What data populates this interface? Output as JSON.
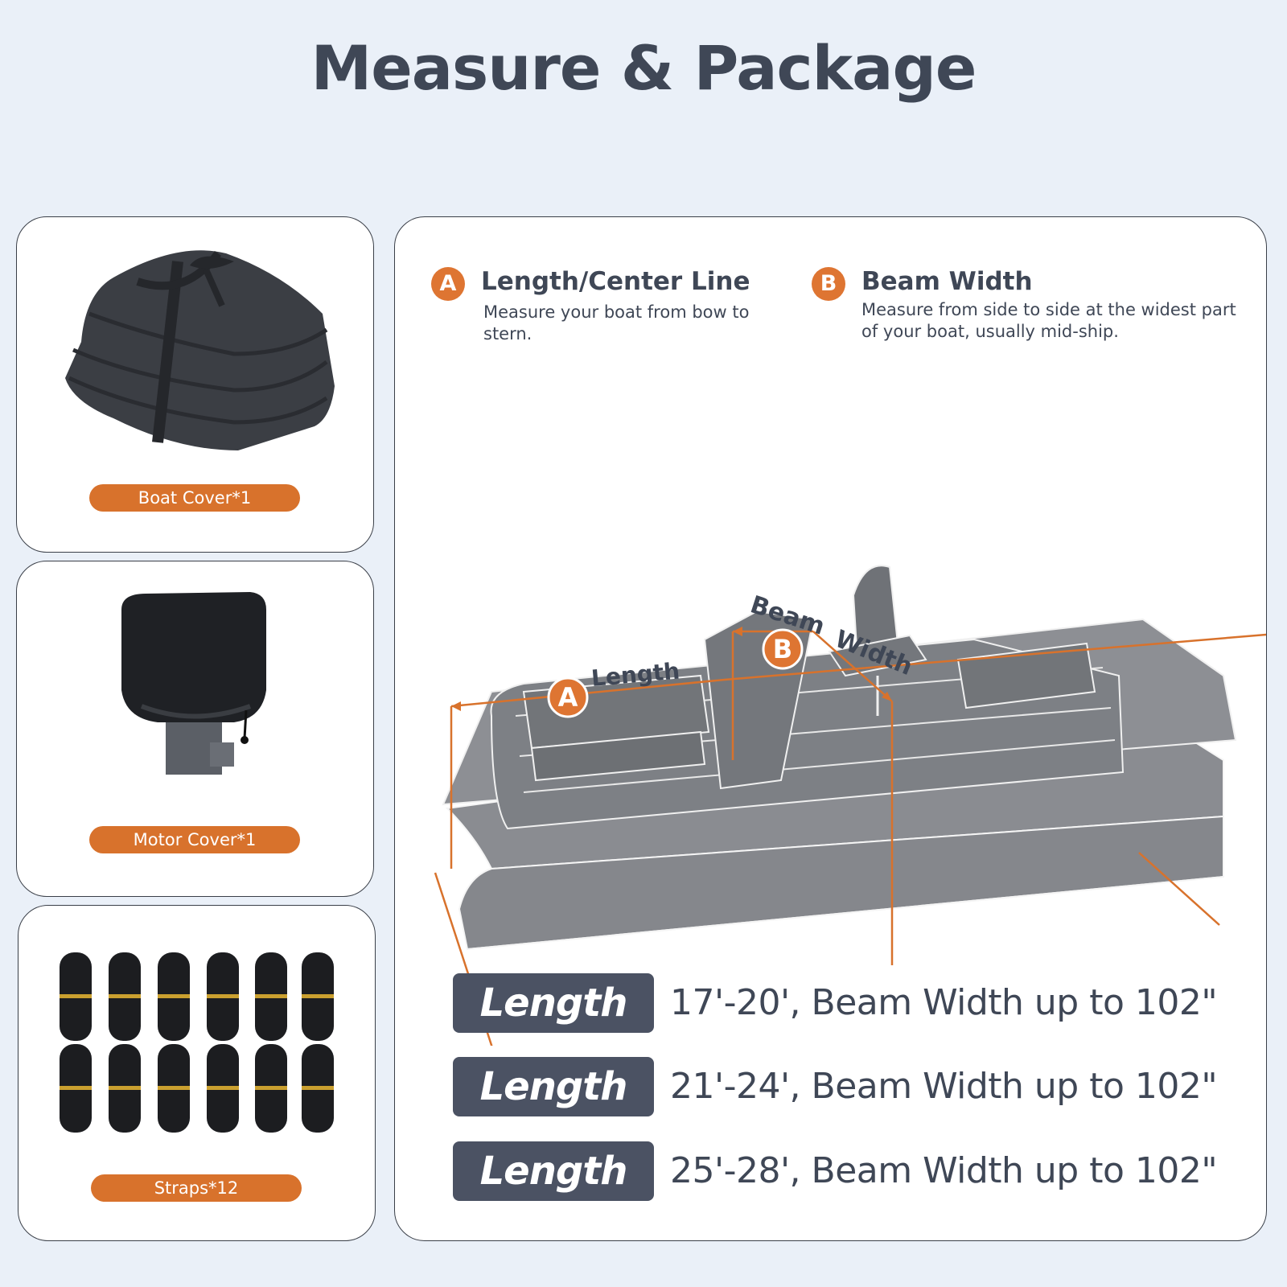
{
  "title": "Measure & Package",
  "package": [
    {
      "label": "Boat Cover*1",
      "icon": "folded-boat-cover-icon"
    },
    {
      "label": "Motor Cover*1",
      "icon": "motor-cover-icon"
    },
    {
      "label": "Straps*12",
      "icon": "straps-icon"
    }
  ],
  "measure": {
    "a": {
      "badge": "A",
      "title": "Length/Center Line",
      "desc": "Measure your boat from bow to stern."
    },
    "b": {
      "badge": "B",
      "title": "Beam Width",
      "desc": "Measure from side to side at the widest part of your boat, usually mid-ship."
    },
    "diagram": {
      "length_label": "Length",
      "beam_label_1": "Beam",
      "beam_label_2": "Width",
      "badge_a": "A",
      "badge_b": "B"
    }
  },
  "specs": [
    {
      "label": "Length",
      "text": "17'-20', Beam Width up to 102\""
    },
    {
      "label": "Length",
      "text": "21'-24', Beam Width up to 102\""
    },
    {
      "label": "Length",
      "text": "25'-28', Beam Width up to 102\""
    }
  ],
  "colors": {
    "accent": "#de7532",
    "dark": "#4b5263",
    "background": "#eaf0f8"
  }
}
